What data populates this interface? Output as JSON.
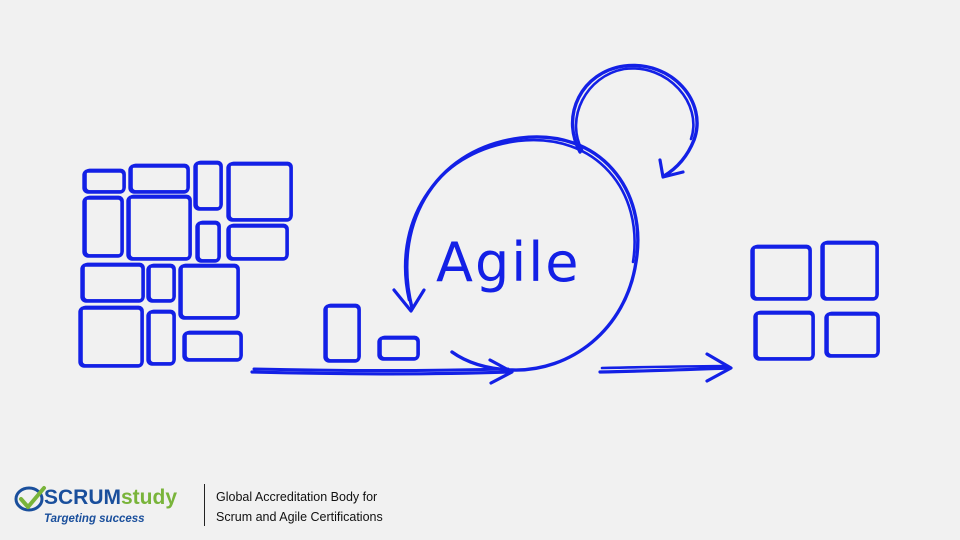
{
  "diagram": {
    "center_label": "Agile",
    "stroke_color": "#1320e6"
  },
  "branding": {
    "logo_primary": "SCRUM",
    "logo_secondary": "study",
    "tagline": "Targeting success",
    "accreditation_line1": "Global Accreditation Body for",
    "accreditation_line2": "Scrum and Agile Certifications",
    "colors": {
      "primary": "#1a4f9c",
      "secondary": "#79b43a"
    }
  }
}
